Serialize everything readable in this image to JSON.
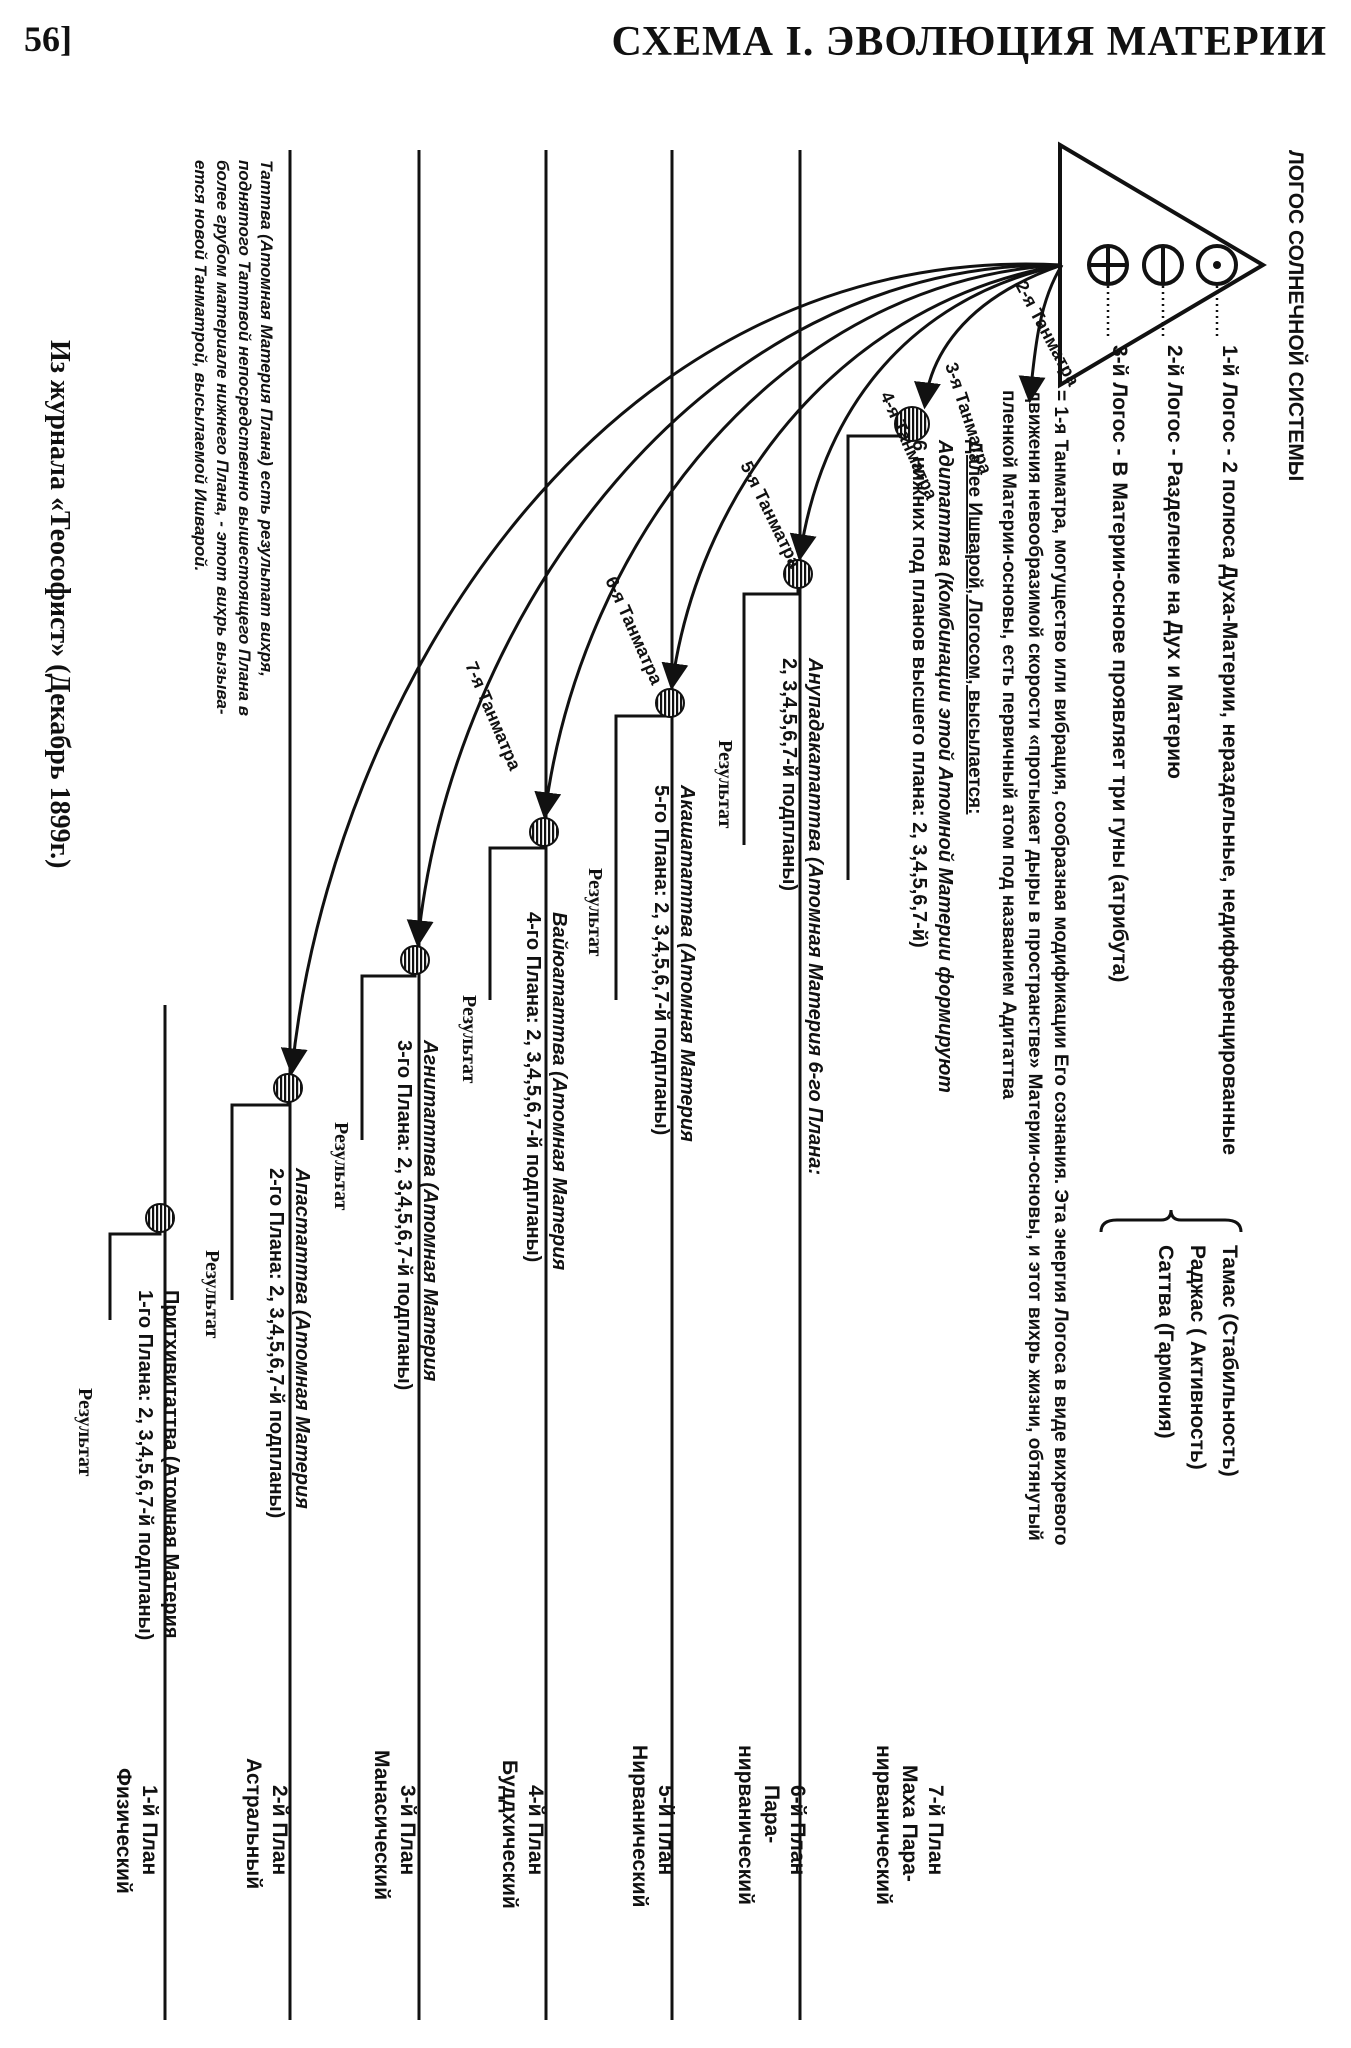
{
  "header": {
    "page_number": "56]",
    "title": "СХЕМА I. ЭВОЛЮЦИЯ МАТЕРИИ"
  },
  "logos": {
    "title": "ЛОГОС СОЛНЕЧНОЙ СИСТЕМЫ",
    "first": "1-й Логос - 2 полюса Духа-Материи, нераздельные, недифференцированные",
    "second": "2-й Логос - Разделение на Дух и Материю",
    "third": "3-й Логос - В Материи-основе проявляет три гуны (атрибута)",
    "gunas": [
      "Тамас (Стабильность)",
      "Раджас ( Активность)",
      "Саттва (Гармония)"
    ]
  },
  "tanmatra1": {
    "line1": "= 1-я Танматра, могущество или вибрация, сообразная модификации Его сознания. Эта энергия Логоса в виде вихревого",
    "line2": "движения невообразимой скорости «протыкает дыры в пространстве» Материи-основы, и этот вихрь жизни, обтянутый",
    "line3": "пленкой Материи-основы, есть первичный атом под названием Адитаттва",
    "emitted": "Далее Ишварой, Логосом, высылается:"
  },
  "adi": {
    "line1": "Адитаттва (Комбинации этой Атомной Материи формируют",
    "line2": "6 нижних под планов высшего плана: 2, 3,4,5,6,7-й)"
  },
  "tanmatras": [
    "2-я Танматра",
    "3-я Танматра",
    "4-я Танматра",
    "5-я Танматра",
    "6-я Танматра",
    "7-я Танматра"
  ],
  "result_label": "Результат",
  "tattvas": [
    {
      "line1": "Анупадакататтва (Атомная Материя 6-го Плана:",
      "line2": "2, 3,4,5,6,7-й подпланы)"
    },
    {
      "line1": "Акашататтва (Атомная Материя",
      "line2": "5-го Плана: 2, 3,4,5,6,7-й подпланы)"
    },
    {
      "line1": "Вайюататтва (Атомная Материя",
      "line2": "4-го Плана: 2, 3,4,5,6,7-й подпланы)"
    },
    {
      "line1": "Агнитаттва (Атомная Материя",
      "line2": "3-го Плана: 2, 3,4,5,6,7-й подпланы)"
    },
    {
      "line1": "Апастаттва (Атомная Материя",
      "line2": "2-го Плана: 2, 3,4,5,6,7-й подпланы)"
    },
    {
      "line1": "Притхивитаттва (Атомная Материя",
      "line2": "1-го Плана: 2, 3,4,5,6,7-й подпланы)"
    }
  ],
  "planes": [
    {
      "name": "7-й План",
      "lines": [
        "Маха Пара-",
        "нирванический"
      ]
    },
    {
      "name": "6-й План",
      "lines": [
        "Пара-",
        "нирванический"
      ]
    },
    {
      "name": "5-й План",
      "lines": [
        "Нирванический"
      ]
    },
    {
      "name": "4-й План",
      "lines": [
        "Буддхический"
      ]
    },
    {
      "name": "3-й План",
      "lines": [
        "Манасический"
      ]
    },
    {
      "name": "2-й План",
      "lines": [
        "Астральный"
      ]
    },
    {
      "name": "1-й План",
      "lines": [
        "Физический"
      ]
    }
  ],
  "note": [
    "Таттва (Атомная Материя Плана) есть результат вихря,",
    "поднятого Таттвой непосредственно вышестоящего Плана в",
    "более грубом материале нижнего Плана, - этот вихрь вызыва-",
    "ется новой Танматрой, высылаемой Ишварой."
  ],
  "source": "Из журнала «Теософист» (Декабрь 1899г.)"
}
